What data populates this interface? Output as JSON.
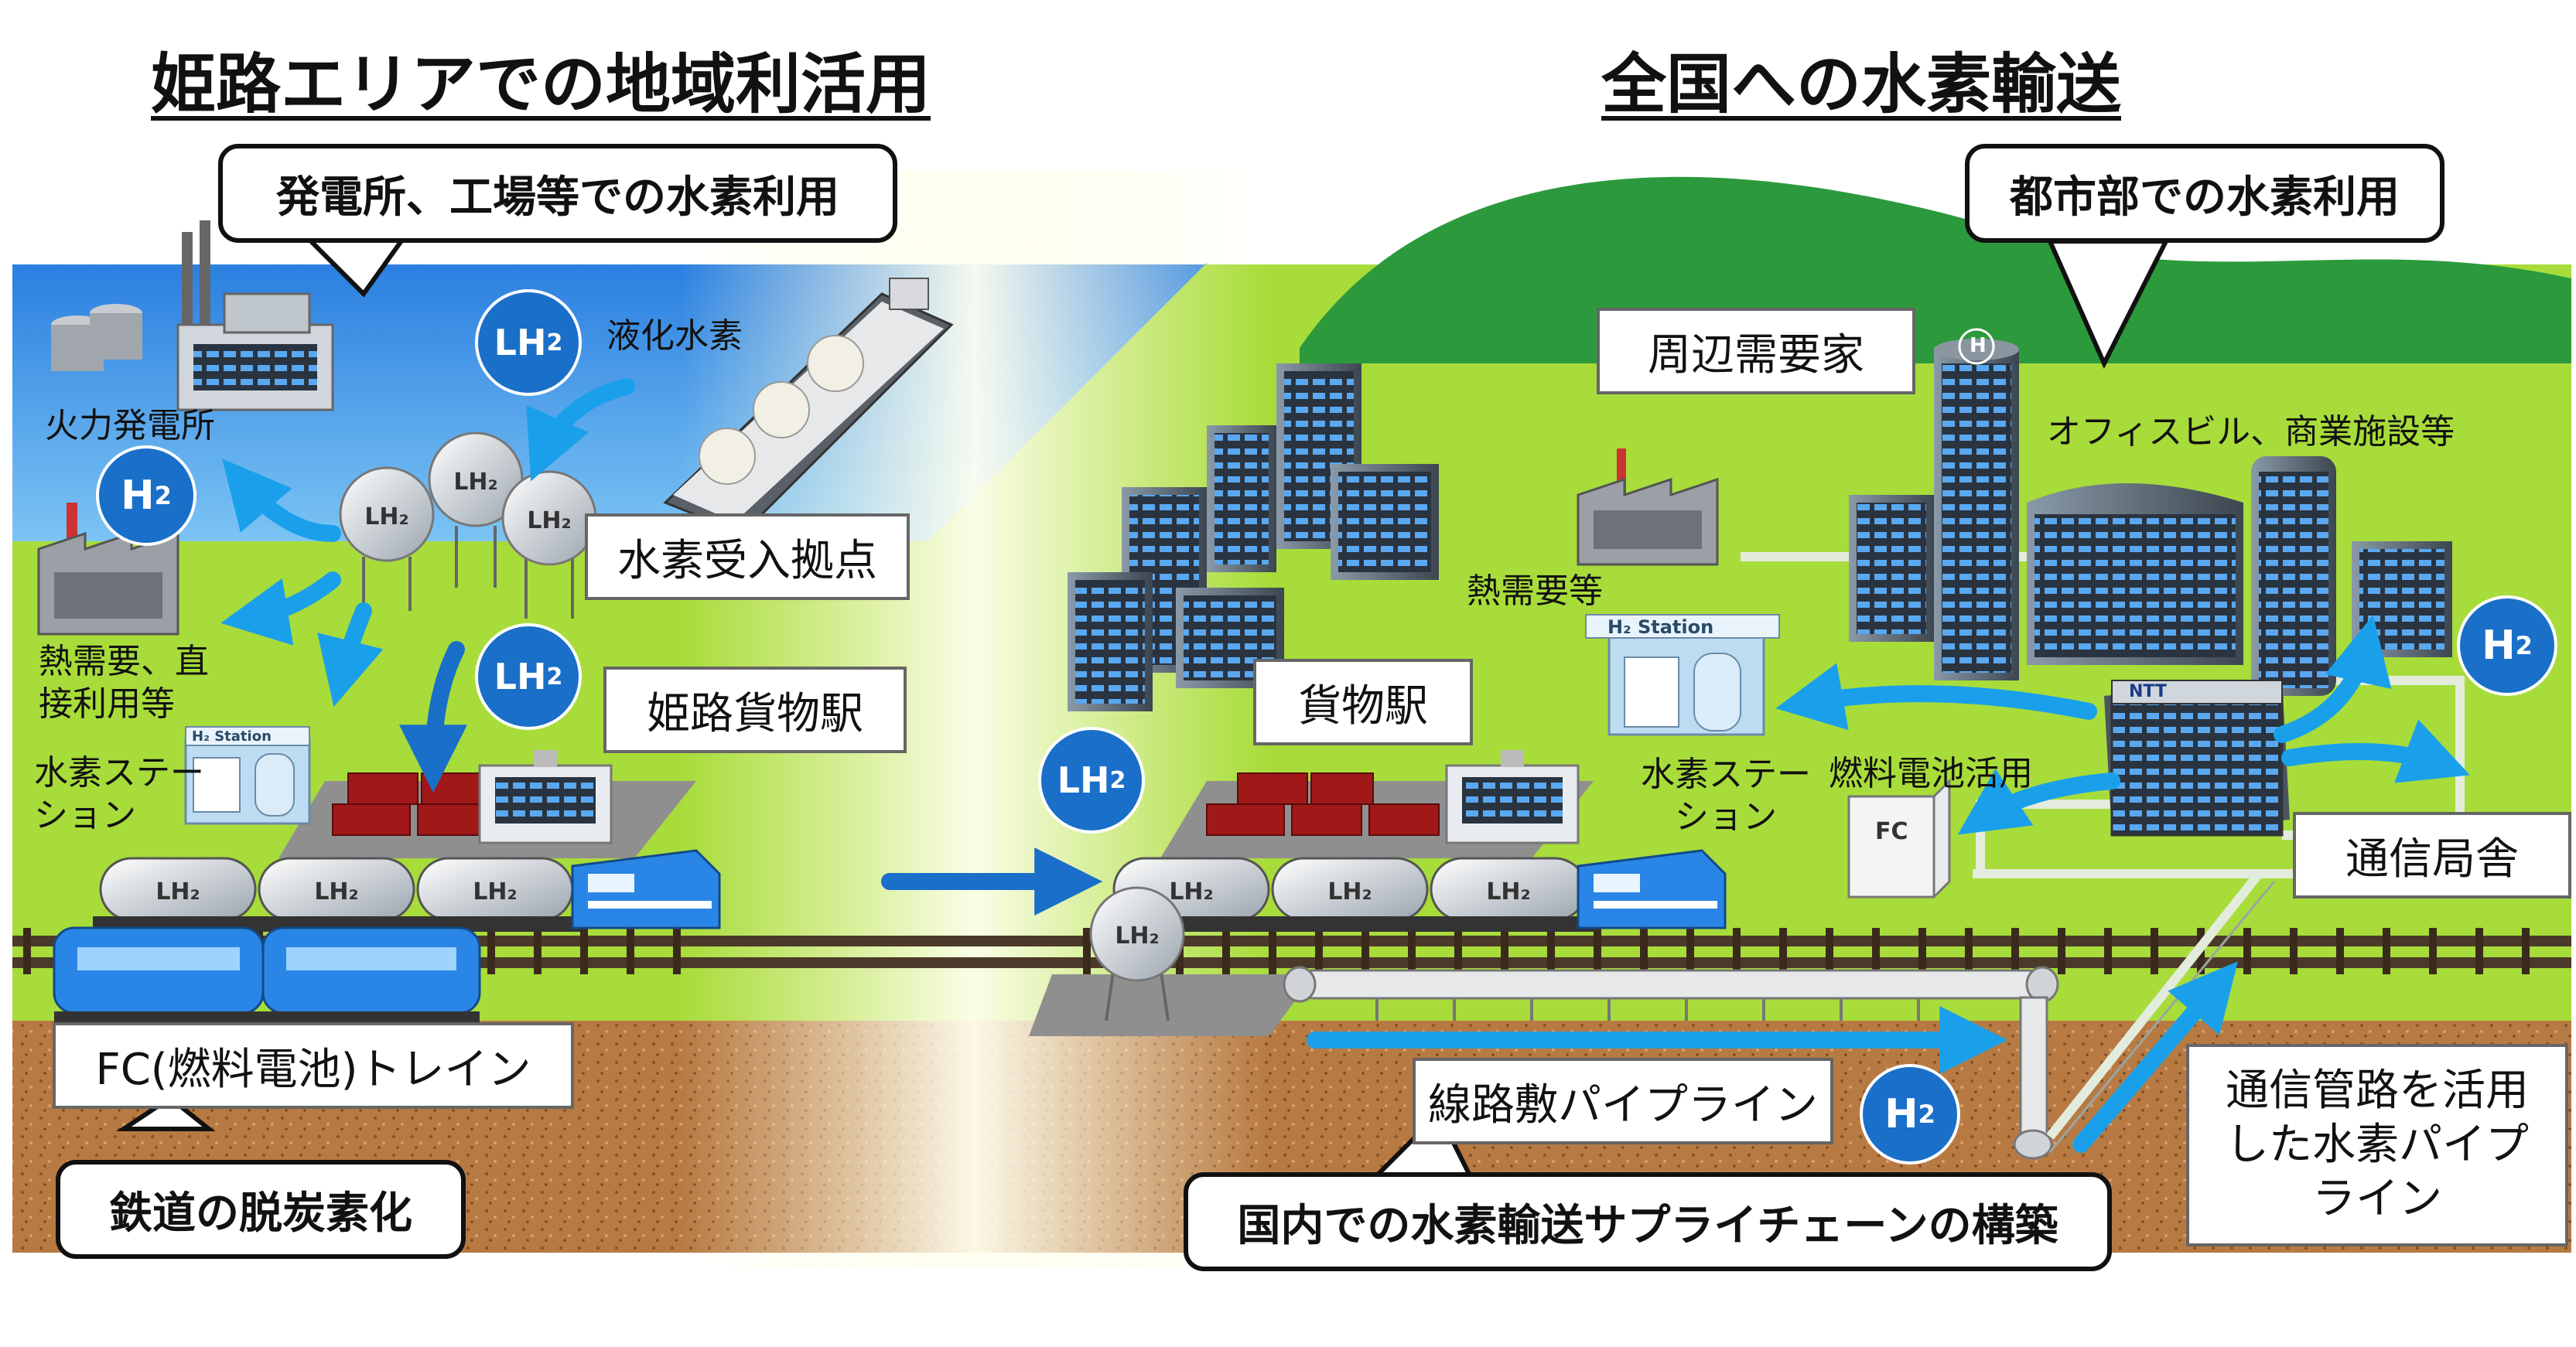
{
  "titles": {
    "left": "姫路エリアでの地域利活用",
    "right": "全国への水素輸送"
  },
  "callouts": {
    "power_plant": "発電所、工場等での水素利用",
    "urban": "都市部での水素利用",
    "railway": "鉄道の脱炭素化",
    "supply_chain": "国内での水素輸送サプライチェーンの構築"
  },
  "boxes": {
    "receiving_base": "水素受入拠点",
    "himeji_freight": "姫路貨物駅",
    "fc_train": "FC(燃料電池)トレイン",
    "freight_station": "貨物駅",
    "nearby_users": "周辺需要家",
    "telecom_building": "通信局舎",
    "track_pipeline": "線路敷パイプライン",
    "telecom_pipeline": "通信管路を活用した水素パイプライン"
  },
  "labels": {
    "liquid_h2": "液化水素",
    "thermal_plant": "火力発電所",
    "heat_direct": "熱需要、直接利用等",
    "h2_station_left": "水素ステーション",
    "h2_station_right": "水素ステーション",
    "heat_demand": "熱需要等",
    "office": "オフィスビル、商業施設等",
    "fuel_cell_use": "燃料電池活用"
  },
  "badges": {
    "lh2": "LH",
    "h2": "H",
    "sub": "2"
  },
  "signs": {
    "station": "H₂ Station",
    "ntt": "NTT",
    "fc": "FC",
    "heliport": "H"
  },
  "colors": {
    "sky": "#2a7fe0",
    "grass": "#a8dc3a",
    "hill": "#2c9a3c",
    "soil": "#b87a43",
    "badge": "#1a6fc9",
    "arrow": "#1aa0ea",
    "container": "#a01818",
    "train": "#2a86e6"
  }
}
